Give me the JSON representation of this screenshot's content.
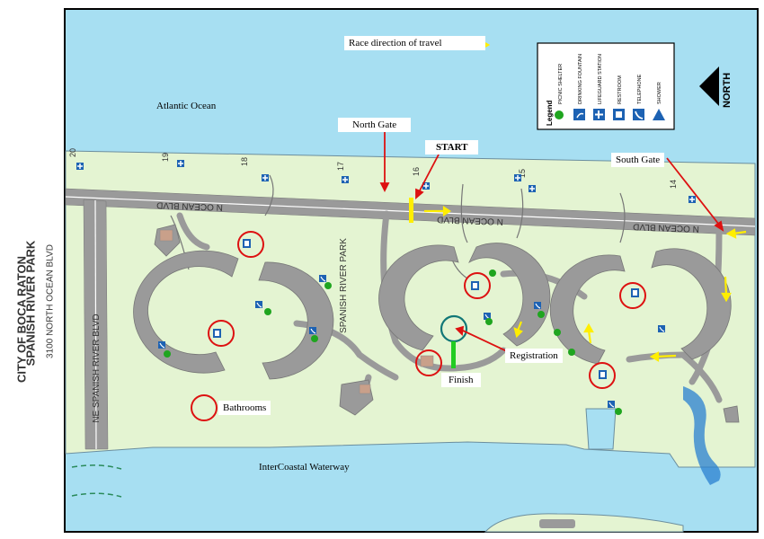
{
  "title": {
    "line1": "CITY OF BOCA RATON",
    "line2": "SPANISH RIVER PARK",
    "address": "3100 NORTH OCEAN BLVD"
  },
  "labels": {
    "race_direction": "Race direction of travel",
    "atlantic": "Atlantic Ocean",
    "north_gate": "North Gate",
    "start": "START",
    "south_gate": "South Gate",
    "registration": "Registration",
    "finish": "Finish",
    "bathrooms": "Bathrooms",
    "intercoastal": "InterCoastal Waterway",
    "north": "NORTH"
  },
  "roads": {
    "n_ocean_blvd": "N OCEAN BLVD",
    "ne_spanish_river_blvd": "NE SPANISH RIVER BLVD",
    "spanish_river_park": "SPANISH RIVER PARK"
  },
  "legend": {
    "title": "Legend",
    "items": [
      "PICNIC SHELTER",
      "DRINKING FOUNTAIN",
      "LIFEGUARD STATION",
      "RESTROOM",
      "TELEPHONE",
      "SHOWER"
    ]
  },
  "lifeguard_numbers": [
    "20",
    "19",
    "18",
    "17",
    "16",
    "15",
    "14"
  ],
  "colors": {
    "ocean": "#a7dff2",
    "park": "#e4f4d2",
    "road": "#9a9a9a",
    "race_arrow": "#ffee00",
    "circle": "#dd1111",
    "finish_line": "#22cc22",
    "registration_circle": "#117777",
    "callout": "#dd1111",
    "icon_blue": "#1d62b3"
  }
}
